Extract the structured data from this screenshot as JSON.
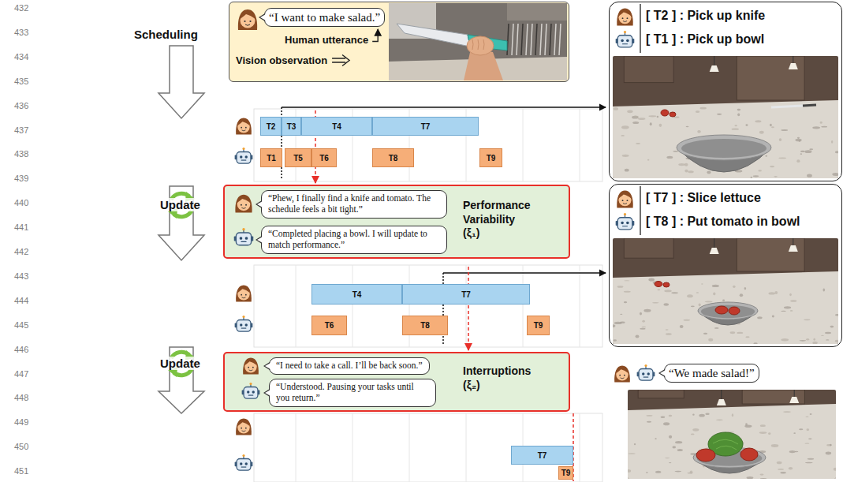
{
  "diagram": {
    "nodes": [
      {
        "text": [
          "Human utterance",
          "Vision observation"
        ]
      },
      {
        "text": [
          "“I want to make salad.”"
        ],
        "in": 0
      },
      {
        "text": [
          "T2"
        ]
      },
      {
        "text": [
          "T3"
        ]
      },
      {
        "text": [
          "T4"
        ]
      },
      {
        "text": [
          "T7"
        ]
      },
      {
        "text": [
          "T1"
        ]
      },
      {
        "text": [
          "T5"
        ]
      },
      {
        "text": [
          "T6"
        ]
      },
      {
        "text": [
          "T8"
        ]
      },
      {
        "text": [
          "T9"
        ]
      },
      {
        "text": [
          "Performance Variability (ξ₁)"
        ]
      },
      {
        "text": [
          "“Phew, I finally find a knife and tomato. The schedule feels a bit tight.”"
        ],
        "in": 11
      },
      {
        "text": [
          "“Completed placing a bowl. I will update to match performance.”"
        ],
        "in": 11
      },
      {
        "text": [
          "T4"
        ]
      },
      {
        "text": [
          "T7"
        ]
      },
      {
        "text": [
          "T6"
        ]
      },
      {
        "text": [
          "T8"
        ]
      },
      {
        "text": [
          "T9"
        ]
      },
      {
        "text": [
          "Interruptions (ξ₂)"
        ]
      },
      {
        "text": [
          "“I need to take a call. I’ll be back soon.”"
        ],
        "in": 19
      },
      {
        "text": [
          "“Understood. Pausing your tasks until you return.”"
        ],
        "in": 19
      },
      {
        "text": [
          "T7"
        ]
      },
      {
        "text": [
          "T9"
        ]
      },
      {
        "text": [
          "[ T2 ] : Pick up knife",
          "[ T1 ] : Pick up bowl"
        ]
      },
      {
        "text": [
          "[ T7 ] : Slice lettuce",
          "[ T8 ] : Put tomato in bowl"
        ]
      },
      {
        "text": [
          "“We made salad!”"
        ]
      }
    ],
    "labels": [
      "432",
      "433",
      "434",
      "435",
      "436",
      "437",
      "438",
      "439",
      "440",
      "441",
      "442",
      "443",
      "444",
      "445",
      "446",
      "447",
      "448",
      "449",
      "450",
      "451",
      "Scheduling",
      "Update",
      "Update"
    ]
  }
}
